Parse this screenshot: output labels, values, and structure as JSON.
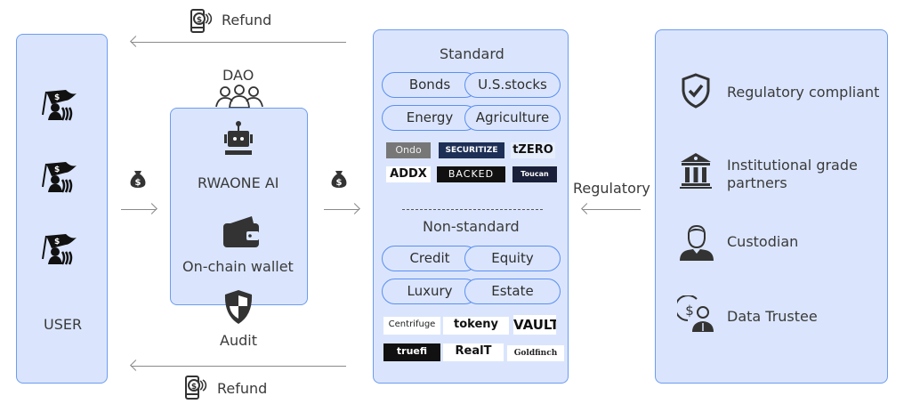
{
  "flows": {
    "refund_top": {
      "label": "Refund",
      "icon": "refund-phone-icon"
    },
    "refund_bottom": {
      "label": "Refund",
      "icon": "refund-phone-icon"
    },
    "invest_left_icon": "money-bag-icon",
    "invest_right_icon": "money-bag-icon",
    "regulatory_label": "Regulatory"
  },
  "user": {
    "label": "USER",
    "icons": [
      "investor-flag-icon",
      "investor-flag-icon",
      "investor-flag-icon"
    ]
  },
  "platform": {
    "dao_label": "DAO",
    "ai_label": "RWAONE AI",
    "wallet_label": "On-chain wallet",
    "audit_label": "Audit"
  },
  "assets": {
    "standard": {
      "title": "Standard",
      "categories": [
        "Bonds",
        "U.S.stocks",
        "Energy",
        "Agriculture"
      ],
      "logos": [
        "Ondo",
        "SECURITIZE",
        "tZERO",
        "ADDX",
        "BACKED",
        "Toucan"
      ]
    },
    "non_standard": {
      "title": "Non-standard",
      "categories": [
        "Credit",
        "Equity",
        "Luxury",
        "Estate"
      ],
      "logos": [
        "Centrifuge",
        "tokeny",
        "VAULT",
        "truefi",
        "RealT",
        "Goldfinch"
      ]
    }
  },
  "compliance": {
    "items": [
      {
        "label": "Regulatory compliant",
        "icon": "shield-check-icon"
      },
      {
        "label": "Institutional grade partners",
        "line1": "Institutional grade",
        "line2": "partners",
        "icon": "bank-icon"
      },
      {
        "label": "Custodian",
        "icon": "person-icon"
      },
      {
        "label": "Data Trustee",
        "icon": "dollar-person-icon"
      }
    ]
  }
}
